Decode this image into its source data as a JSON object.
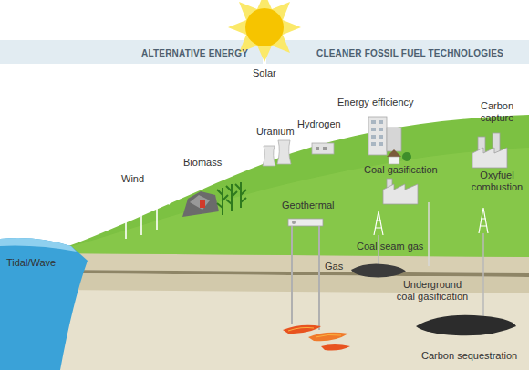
{
  "diagram": {
    "labels": [
      "ALTERNATIVE ENERGY",
      "CLEANER FOSSIL FUEL TECHNOLOGIES",
      "Solar",
      "Energy efficiency",
      "Carbon capture",
      "Hydrogen",
      "Uranium",
      "Biomass",
      "Wind",
      "Coal gasification",
      "Oxyfuel combustion",
      "Geothermal",
      "Gas",
      "Coal seam gas",
      "Underground coal gasification",
      "Tidal/Wave",
      "Carbon sequestration"
    ]
  }
}
